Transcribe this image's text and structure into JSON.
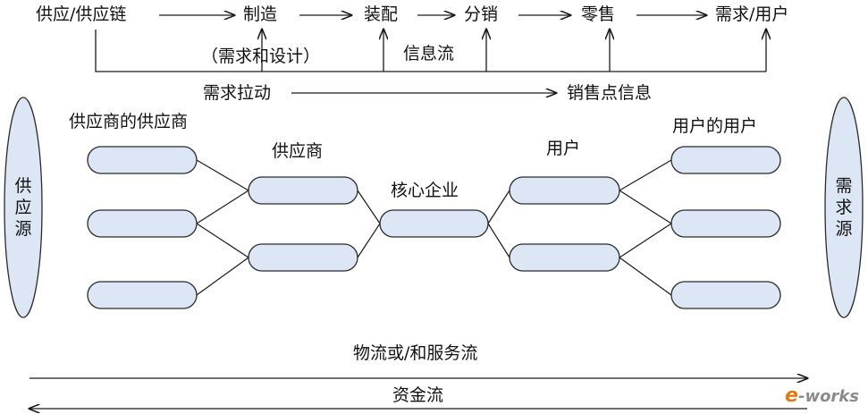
{
  "chain": {
    "stages": [
      "供应/供应链",
      "制造",
      "装配",
      "分销",
      "零售",
      "需求/用户"
    ],
    "demand_design": "（需求和设计）",
    "info_flow": "信息流",
    "demand_pull": "需求拉动",
    "pos_info": "销售点信息"
  },
  "network": {
    "supply_source": [
      "供",
      "应",
      "源"
    ],
    "demand_source": [
      "需",
      "求",
      "源"
    ],
    "suppliers_of_suppliers": "供应商的供应商",
    "suppliers": "供应商",
    "core_enterprise": "核心企业",
    "customers": "用户",
    "customers_of_customers": "用户的用户"
  },
  "flows": {
    "material_flow": "物流或/和服务流",
    "cash_flow": "资金流"
  },
  "watermark": {
    "logo_e": "e",
    "logo_rest": "-works"
  },
  "colors": {
    "node_fill": "#dde6f5",
    "node_stroke": "#2b2b2b",
    "line": "#1a1a1a"
  }
}
